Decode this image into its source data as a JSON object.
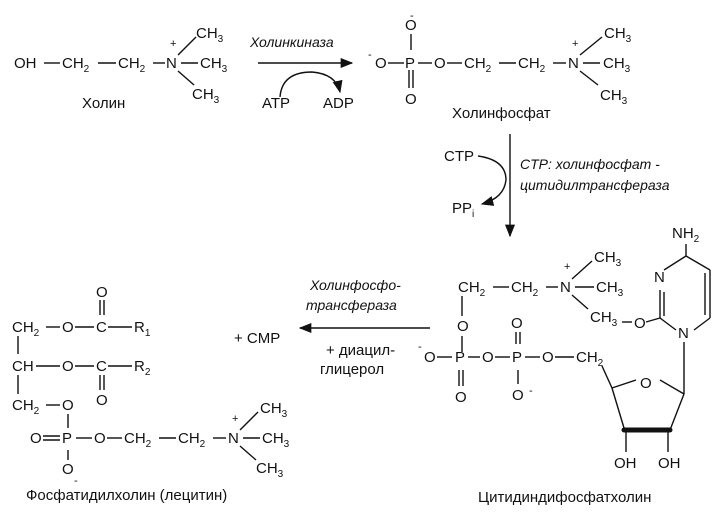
{
  "choline": {
    "label": "Холин",
    "oh": "OH",
    "ch2": "CH",
    "n": "N",
    "ch3": "CH",
    "plus": "+",
    "two": "2",
    "three": "3"
  },
  "enzyme1": {
    "name": "Холинкиназа",
    "cofactor_in": "ATP",
    "cofactor_out": "ADP"
  },
  "phosphocholine": {
    "label": "Холинфосфат",
    "o": "O",
    "p": "P",
    "minus": "-"
  },
  "enzyme2": {
    "line1": "CTP: холинфосфат -",
    "line2": "цитидилтрансфераза",
    "cofactor_in": "CTP",
    "cofactor_out": "PP",
    "cofactor_out_sub": "i"
  },
  "cdp_choline": {
    "label": "Цитидиндифосфатхолин",
    "nh2": "NH",
    "oh": "OH"
  },
  "enzyme3": {
    "line1": "Холинфосфо-",
    "line2": "трансфераза",
    "cofactor_in_1": "+ диацил-",
    "cofactor_in_2": "глицерол",
    "product": "+ CMP"
  },
  "lecithin": {
    "label": "Фосфатидилхолин (лецитин)",
    "ch": "CH",
    "c": "C",
    "r1": "R",
    "r1_sub": "1",
    "r2": "R",
    "r2_sub": "2"
  }
}
